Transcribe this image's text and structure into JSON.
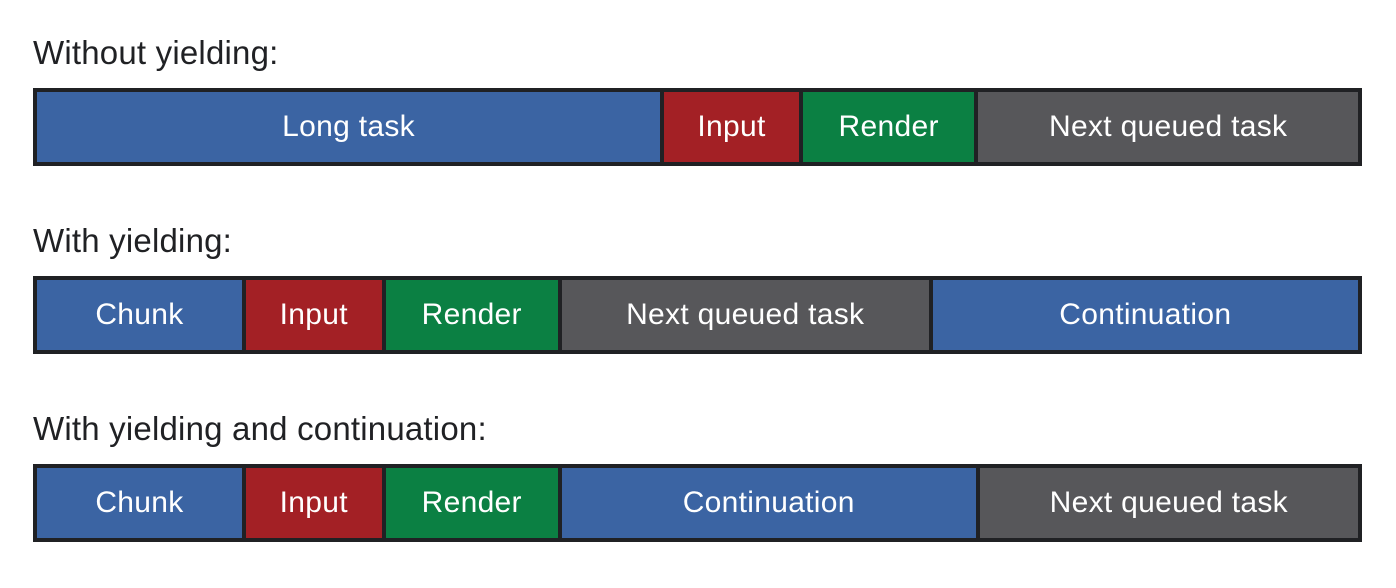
{
  "colors": {
    "blue": "#3B64A3",
    "red": "#A32025",
    "green": "#0B8043",
    "gray": "#57575A",
    "border": "#202124",
    "heading_text": "#202124",
    "segment_text": "#FFFFFF"
  },
  "diagram": {
    "rows": [
      {
        "title": "Without yielding:",
        "segments": [
          {
            "label": "Long task",
            "color": "blue",
            "width_pct": 47.6
          },
          {
            "label": "Input",
            "color": "red",
            "width_pct": 10.3
          },
          {
            "label": "Render",
            "color": "green",
            "width_pct": 13.1
          },
          {
            "label": "Next queued task",
            "color": "gray",
            "width_pct": 29.0
          }
        ]
      },
      {
        "title": "With yielding:",
        "segments": [
          {
            "label": "Chunk",
            "color": "blue",
            "width_pct": 15.7
          },
          {
            "label": "Input",
            "color": "red",
            "width_pct": 10.4
          },
          {
            "label": "Render",
            "color": "green",
            "width_pct": 13.2
          },
          {
            "label": "Next queued task",
            "color": "gray",
            "width_pct": 28.1
          },
          {
            "label": "Continuation",
            "color": "blue",
            "width_pct": 32.6
          }
        ]
      },
      {
        "title": "With yielding and continuation:",
        "segments": [
          {
            "label": "Chunk",
            "color": "blue",
            "width_pct": 15.7
          },
          {
            "label": "Input",
            "color": "red",
            "width_pct": 10.4
          },
          {
            "label": "Render",
            "color": "green",
            "width_pct": 13.2
          },
          {
            "label": "Continuation",
            "color": "blue",
            "width_pct": 31.7
          },
          {
            "label": "Next queued task",
            "color": "gray",
            "width_pct": 29.0
          }
        ]
      }
    ]
  }
}
